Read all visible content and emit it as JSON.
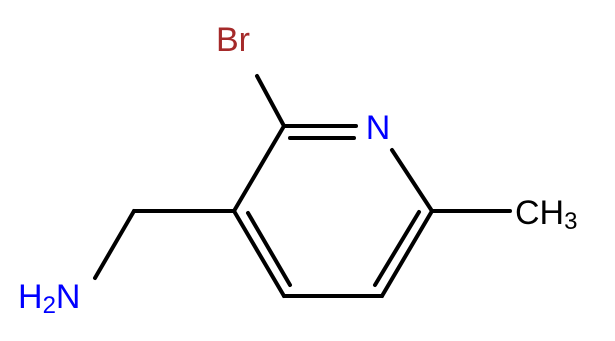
{
  "molecule": {
    "atoms": {
      "bromine": {
        "symbol": "Br",
        "color": "#a52a2a"
      },
      "nitrogen": {
        "symbol": "N",
        "color": "#0000ff"
      },
      "methyl": {
        "symbol": "CH",
        "subscript": "3",
        "color": "#000000"
      },
      "amine": {
        "symbol": "H",
        "subscript": "2",
        "suffix": "N",
        "color": "#0000ff"
      }
    },
    "bond_color": "#000000"
  }
}
